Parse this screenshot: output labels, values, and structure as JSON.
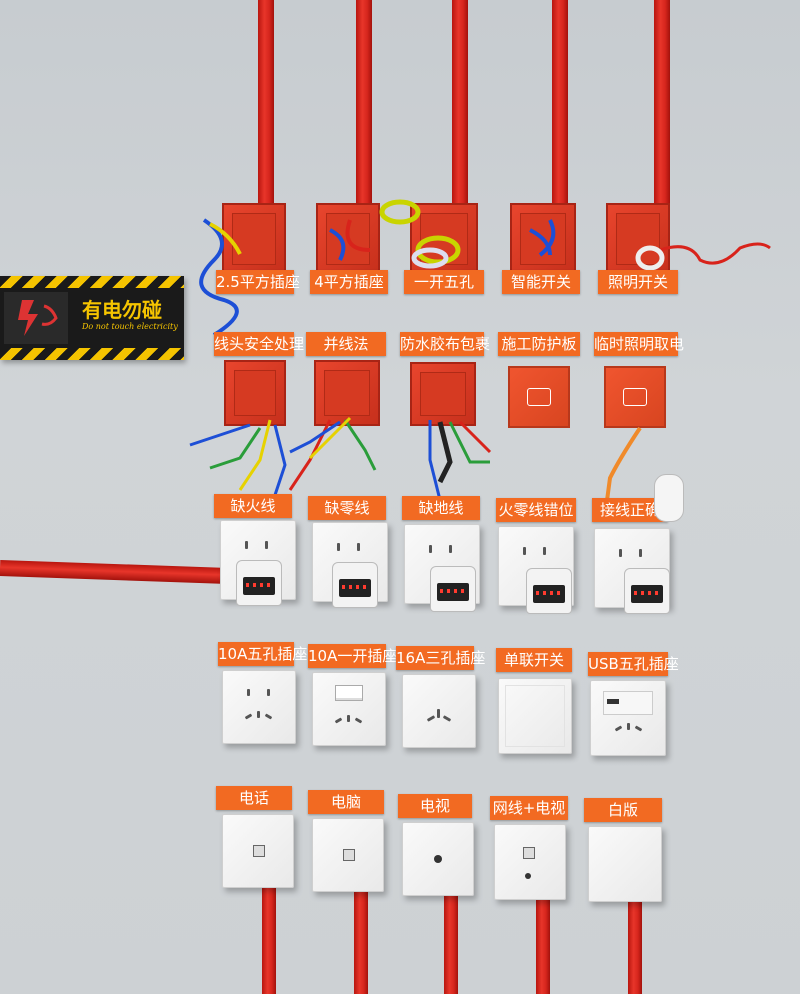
{
  "warning_sign": {
    "title": "有电勿碰",
    "subtitle": "Do not touch electricity",
    "icon": "electric-hazard-icon"
  },
  "rows": [
    {
      "name": "wiring-boxes",
      "labels": [
        "2.5平方插座",
        "4平方插座",
        "一开五孔",
        "智能开关",
        "照明开关"
      ]
    },
    {
      "name": "wiring-methods",
      "labels": [
        "线头安全处理",
        "并线法",
        "防水胶布包裹",
        "施工防护板",
        "临时照明取电"
      ]
    },
    {
      "name": "fault-demos",
      "labels": [
        "缺火线",
        "缺零线",
        "缺地线",
        "火零线错位",
        "接线正确"
      ]
    },
    {
      "name": "sockets",
      "labels": [
        "10A五孔插座",
        "10A一开插座",
        "16A三孔插座",
        "单联开关",
        "USB五孔插座"
      ]
    },
    {
      "name": "weak-current",
      "labels": [
        "电话",
        "电脑",
        "电视",
        "网线+电视",
        "白版"
      ]
    }
  ],
  "colors": {
    "wall": "#cdd1d4",
    "conduit": "#d6261d",
    "label": "#f26a22",
    "box": "#d63a22",
    "sign_yellow": "#f5c400",
    "sign_black": "#1a1a1a"
  }
}
